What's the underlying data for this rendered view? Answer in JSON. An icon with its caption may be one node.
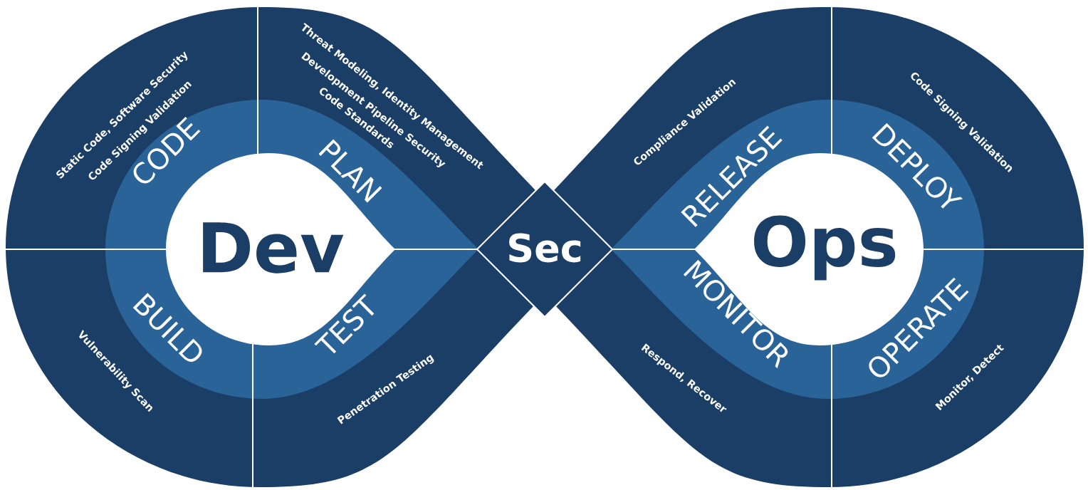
{
  "diagram": {
    "nodes": [
      {
        "text": [
          "Dev"
        ]
      },
      {
        "text": [
          "Sec"
        ]
      },
      {
        "text": [
          "Ops"
        ]
      },
      {
        "text": [
          "CODE",
          "Static Code, Software Security",
          "Code Signing Validation"
        ]
      },
      {
        "text": [
          "PLAN",
          "Threat Modeling, Identity Management",
          "Development Pipeline Security",
          "Code Standards"
        ]
      },
      {
        "text": [
          "BUILD",
          "Vulnerability Scan"
        ]
      },
      {
        "text": [
          "TEST",
          "Penetration Testing"
        ]
      },
      {
        "text": [
          "RELEASE",
          "Compliance Validation"
        ]
      },
      {
        "text": [
          "DEPLOY",
          "Code Signing Validation"
        ]
      },
      {
        "text": [
          "MONITOR",
          "Respond, Recover"
        ]
      },
      {
        "text": [
          "OPERATE",
          "Monitor, Detect"
        ]
      }
    ]
  }
}
